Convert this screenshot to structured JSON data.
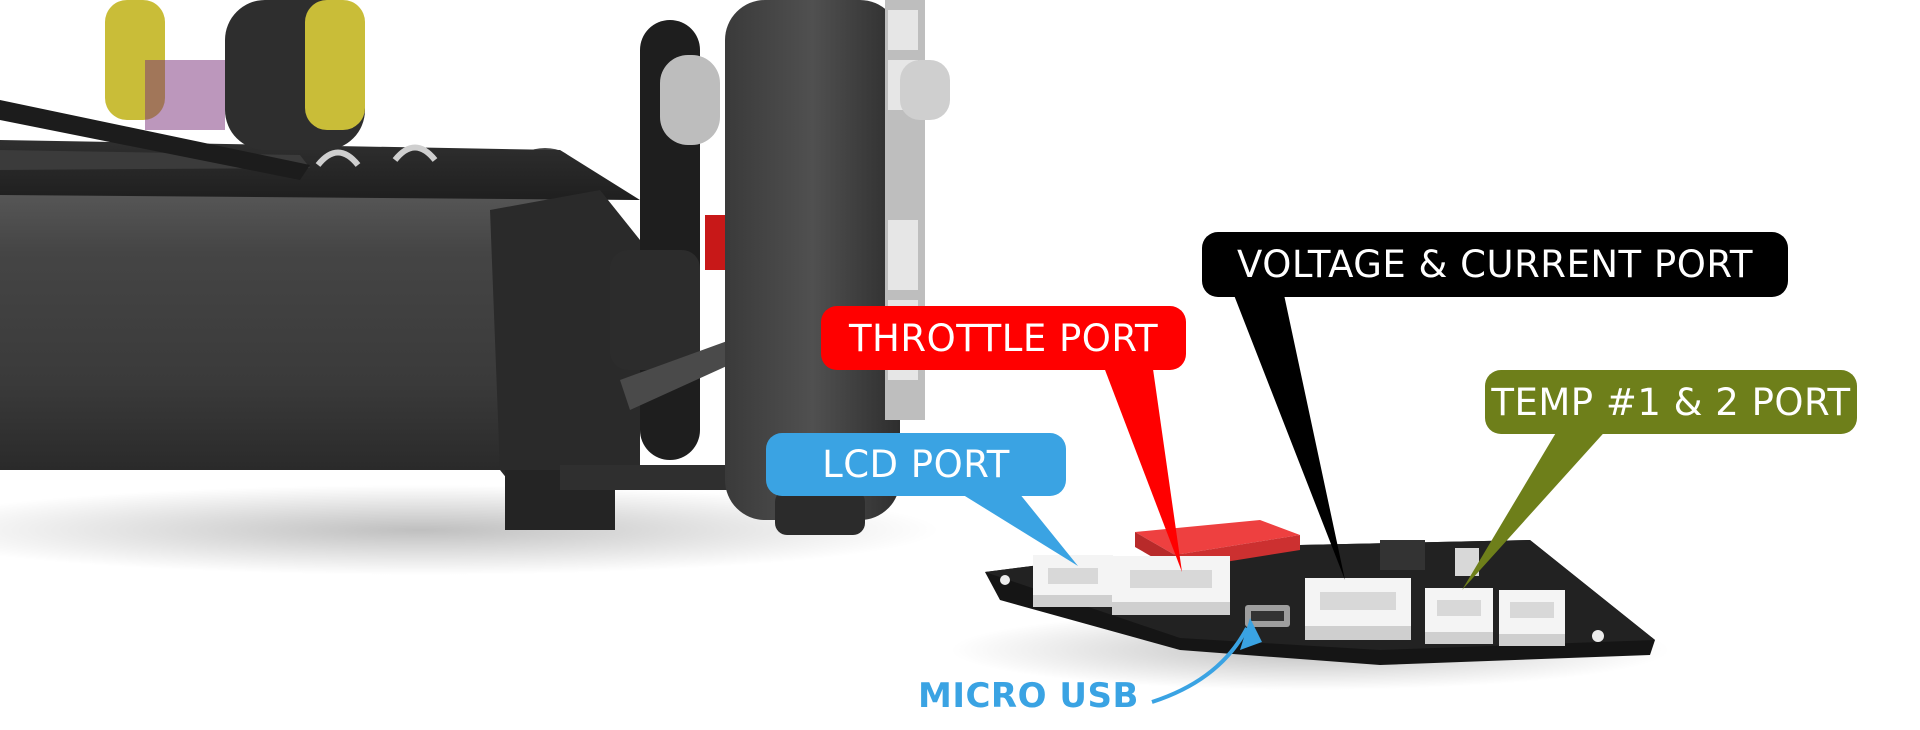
{
  "callouts": {
    "voltage_current": {
      "label": "VOLTAGE & CURRENT PORT",
      "color": "#000000"
    },
    "throttle": {
      "label": "THROTTLE PORT",
      "color": "#ff0000"
    },
    "temp": {
      "label": "TEMP #1 & 2 PORT",
      "color": "#6e7f1a"
    },
    "lcd": {
      "label": "LCD PORT",
      "color": "#3aa3e3"
    }
  },
  "micro_usb": {
    "label": "MICRO USB",
    "color": "#3aa3e3"
  }
}
